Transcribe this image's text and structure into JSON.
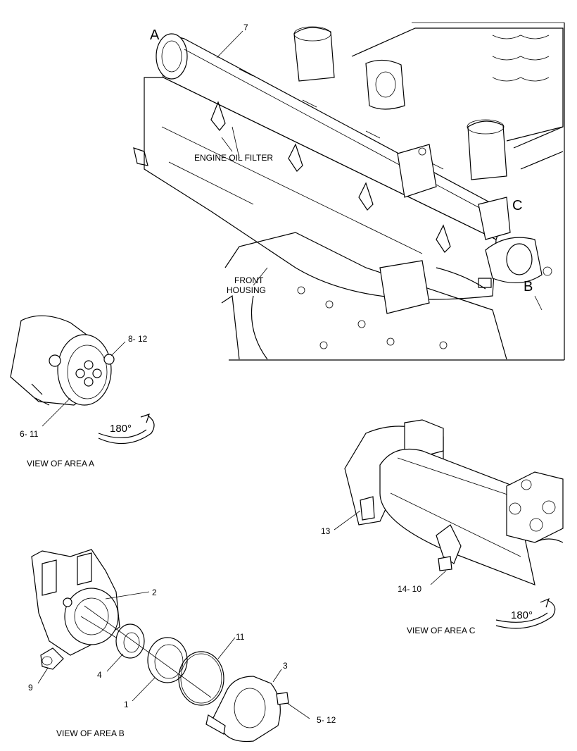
{
  "labels": {
    "area_a": "A",
    "area_b": "B",
    "area_c": "C",
    "part_7": "7",
    "engine_oil_filter": "ENGINE OIL FILTER",
    "front_housing_1": "FRONT",
    "front_housing_2": "HOUSING",
    "part_8_12": "8- 12",
    "part_6_11": "6- 11",
    "rotation_a": "180°",
    "view_area_a": "VIEW OF AREA  A",
    "part_13": "13",
    "part_14_10": "14- 10",
    "rotation_c": "180°",
    "view_area_c": "VIEW OF AREA  C",
    "part_2": "2",
    "part_11": "11",
    "part_3": "3",
    "part_4": "4",
    "part_9": "9",
    "part_1": "1",
    "part_5_12": "5- 12",
    "view_area_b": "VIEW OF AREA  B"
  }
}
